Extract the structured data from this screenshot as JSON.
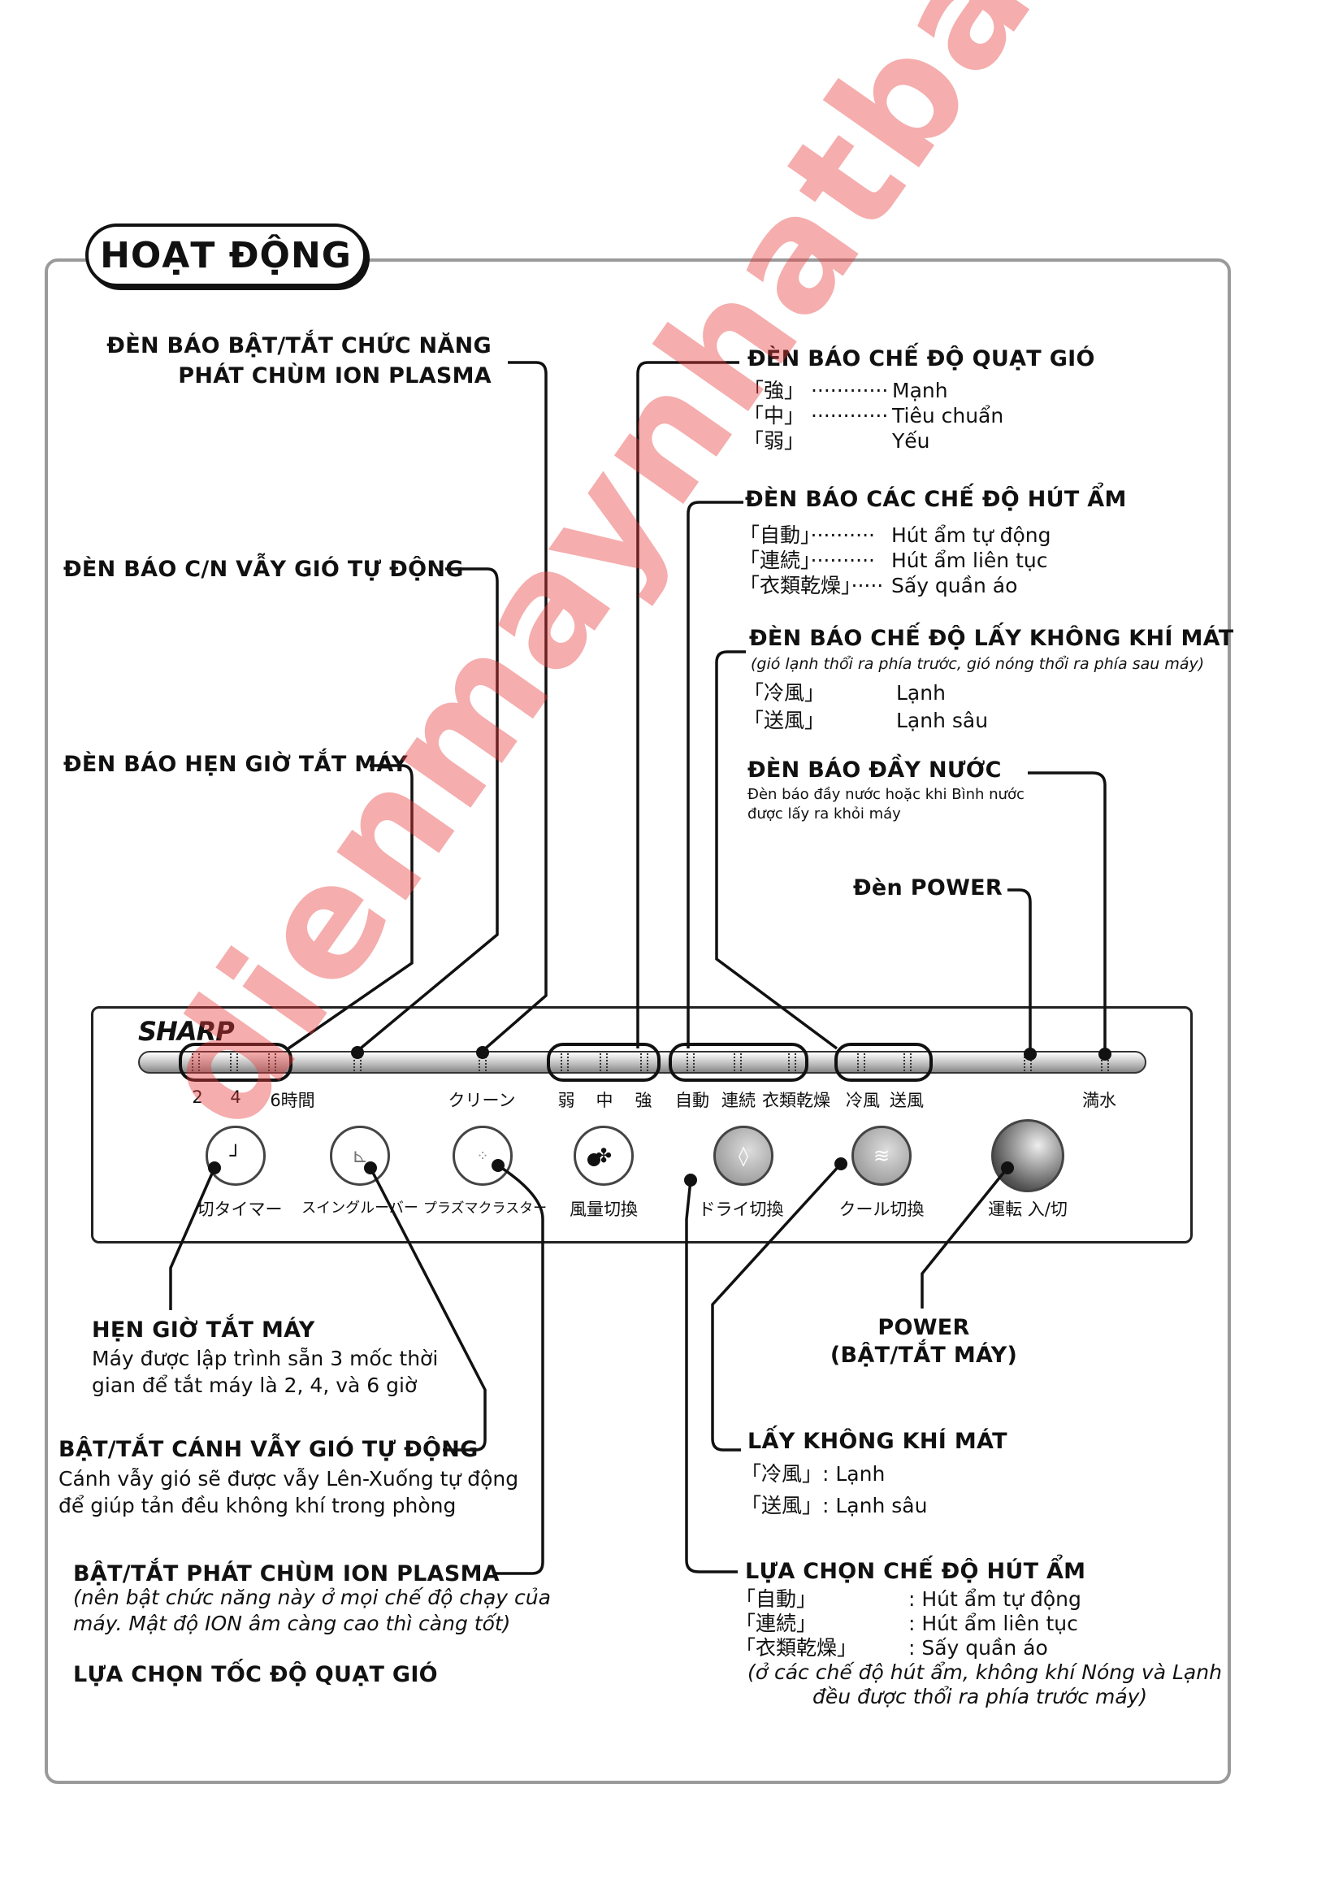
{
  "title": "HOẠT ĐỘNG",
  "top_left": {
    "plasma_indicator": [
      "ĐÈN BÁO BẬT/TẮT CHỨC NĂNG",
      "PHÁT CHÙM ION PLASMA"
    ],
    "swing_indicator": "ĐÈN BÁO C/N VẪY GIÓ TỰ ĐỘNG",
    "timer_indicator": "ĐÈN BÁO HẸN GIỜ TẮT MÁY"
  },
  "top_right": {
    "fan": {
      "title": "ĐÈN BÁO CHẾ ĐỘ QUẠT GIÓ",
      "items": [
        {
          "jp": "「強」 ············",
          "vi": "Mạnh"
        },
        {
          "jp": "「中」 ············",
          "vi": "Tiêu chuẩn"
        },
        {
          "jp": "「弱」",
          "vi": "Yếu"
        }
      ]
    },
    "dehumid": {
      "title": "ĐÈN BÁO CÁC CHẾ ĐỘ HÚT ẨM",
      "items": [
        {
          "jp": "「自動」··········",
          "vi": "Hút ẩm tự động"
        },
        {
          "jp": "「連続」··········",
          "vi": "Hút ẩm liên tục"
        },
        {
          "jp": "「衣類乾燥」·····",
          "vi": "Sấy quần áo"
        }
      ]
    },
    "cool": {
      "title": "ĐÈN BÁO CHẾ ĐỘ LẤY KHÔNG KHÍ MÁT",
      "note": "(gió lạnh thổi ra phía trước, gió nóng thổi ra phía sau máy)",
      "items": [
        {
          "jp": "「冷風」",
          "vi": "Lạnh"
        },
        {
          "jp": "「送風」",
          "vi": "Lạnh sâu"
        }
      ]
    },
    "water": {
      "title": "ĐÈN BÁO ĐẦY NƯỚC",
      "desc": [
        "Đèn báo đầy nước hoặc khi Bình nước",
        "được lấy ra khỏi máy"
      ]
    },
    "power_lamp": "Đèn POWER"
  },
  "panel": {
    "brand": "SHARP",
    "indicator_labels": {
      "h2": "2",
      "h4": "4",
      "h6": "6時間",
      "clean": "クリーン",
      "weak": "弱",
      "mid": "中",
      "strong": "強",
      "auto": "自動",
      "cont": "連続",
      "laundry": "衣類乾燥",
      "cold": "冷風",
      "fan": "送風",
      "full": "満水"
    },
    "buttons": [
      {
        "label": "切タイマー",
        "icon": "timer-icon"
      },
      {
        "label": "スイングルーバー",
        "icon": "louver-icon"
      },
      {
        "label": "プラズマクラスター",
        "icon": "plasmacluster-icon"
      },
      {
        "label": "風量切換",
        "icon": "fan-icon"
      },
      {
        "label": "ドライ切換",
        "icon": "water-drop-icon"
      },
      {
        "label": "クール切換",
        "icon": "wave-icon"
      },
      {
        "label": "運転 入/切",
        "icon": "power-icon"
      }
    ]
  },
  "bottom_left": {
    "timer": {
      "title": "HẸN GIỜ TẮT MÁY",
      "desc": [
        "Máy được lập trình sẵn 3 mốc thời",
        "gian để tắt máy là 2, 4, và 6 giờ"
      ]
    },
    "swing": {
      "title": "BẬT/TẮT CÁNH VẪY GIÓ TỰ ĐỘNG",
      "desc": [
        "Cánh vẫy gió sẽ được vẫy Lên-Xuống tự động",
        "để giúp tản đều không khí trong phòng"
      ]
    },
    "plasma": {
      "title": "BẬT/TẮT PHÁT CHÙM ION PLASMA",
      "note": [
        "(nên bật chức năng này ở mọi chế độ chạy của",
        "máy. Mật độ ION âm càng cao thì càng tốt)"
      ]
    },
    "fan_speed": "LỰA CHỌN TỐC ĐỘ QUẠT GIÓ"
  },
  "bottom_right": {
    "power": [
      "POWER",
      "(BẬT/TẮT MÁY)"
    ],
    "cool": {
      "title": "LẤY KHÔNG KHÍ MÁT",
      "items": [
        "「冷風」: Lạnh",
        "「送風」: Lạnh sâu"
      ]
    },
    "dehumid": {
      "title": "LỰA CHỌN CHẾ ĐỘ HÚT ẨM",
      "items": [
        {
          "jp": "「自動」",
          "vi": ": Hút ẩm tự động"
        },
        {
          "jp": "「連続」",
          "vi": ": Hút ẩm liên tục"
        },
        {
          "jp": "「衣類乾燥」",
          "vi": ": Sấy quần áo"
        }
      ],
      "note": [
        "(ở các chế độ hút ẩm, không khí Nóng và Lạnh",
        "đều được thổi ra phía trước máy)"
      ]
    }
  },
  "watermark": "dienmaynhatbai.com"
}
